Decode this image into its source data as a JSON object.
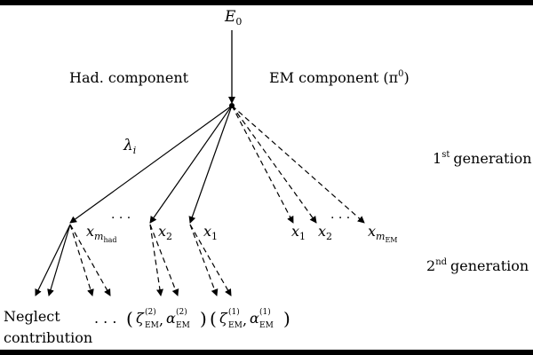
{
  "diagram": {
    "root_label": "E",
    "root_sub": "0",
    "had_component": "Had. component",
    "em_component": "EM component (π",
    "em_component_sup": "0",
    "em_component_close": ")",
    "lambda_label": "λ",
    "lambda_sub": "i",
    "gen1_num": "1",
    "gen1_sup": "st",
    "gen1_word": "generation",
    "gen2_num": "2",
    "gen2_sup": "nd",
    "gen2_word": "generation",
    "x_label": "x",
    "x_m_had_sub": "m",
    "x_m_had_subsub": "had",
    "x2_sub": "2",
    "x1_sub": "1",
    "x_m_em_sub": "m",
    "x_m_em_subsub": "EM",
    "dots": "· · ·",
    "neglect_line1": "Neglect",
    "neglect_line2": "contribution",
    "dots_bottom": ". . .",
    "zeta": "ζ",
    "alpha": "α",
    "em_sub": "EM",
    "sup2": "(2)",
    "sup1": "(1)",
    "comma": ",",
    "paren_open": "(",
    "paren_close": ")"
  }
}
